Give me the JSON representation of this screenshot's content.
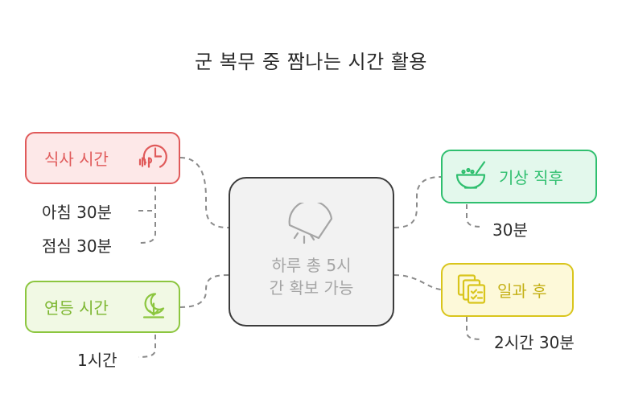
{
  "title": "군 복무 중 짬나는 시간 활용",
  "center": {
    "line1": "하루 총 5시",
    "line2": "간 확보 가능",
    "icon": "pie-chart-icon"
  },
  "nodes": {
    "meal": {
      "label": "식사 시간",
      "icon": "clock-icon",
      "color": "#e05a5a",
      "fill": "#fde8e8",
      "items": [
        "아침 30분",
        "점심 30분"
      ]
    },
    "wake": {
      "label": "기상 직후",
      "icon": "bowl-icon",
      "color": "#2fbf6f",
      "fill": "#e3f8ec",
      "items": [
        "30분"
      ]
    },
    "drill": {
      "label": "연등 시간",
      "icon": "moon-icon",
      "color": "#8cc63f",
      "fill": "#f1f9e4",
      "items": [
        "1시간"
      ]
    },
    "work": {
      "label": "일과 후",
      "icon": "clipboard-icon",
      "color": "#d9c51c",
      "fill": "#fdf9d9",
      "items": [
        "2시간 30분"
      ]
    }
  }
}
